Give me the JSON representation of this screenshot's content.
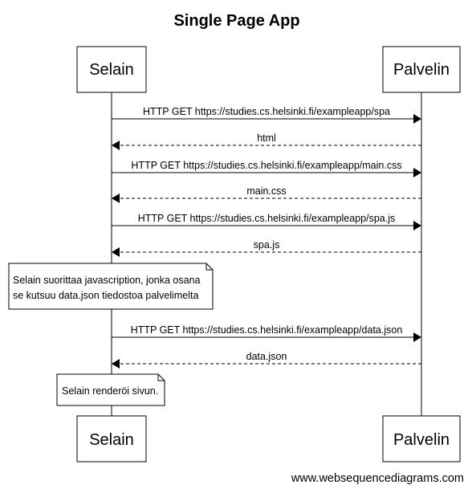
{
  "title": "Single Page App",
  "participants": {
    "left": "Selain",
    "right": "Palvelin"
  },
  "messages": [
    {
      "label": "HTTP GET https://studies.cs.helsinki.fi/exampleapp/spa",
      "direction": "request"
    },
    {
      "label": "html",
      "direction": "response"
    },
    {
      "label": "HTTP GET https://studies.cs.helsinki.fi/exampleapp/main.css",
      "direction": "request"
    },
    {
      "label": "main.css",
      "direction": "response"
    },
    {
      "label": "HTTP GET https://studies.cs.helsinki.fi/exampleapp/spa.js",
      "direction": "request"
    },
    {
      "label": "spa.js",
      "direction": "response"
    },
    {
      "label": "HTTP GET https://studies.cs.helsinki.fi/exampleapp/data.json",
      "direction": "request"
    },
    {
      "label": "data.json",
      "direction": "response"
    }
  ],
  "notes": [
    {
      "lines": [
        "Selain suorittaa javascription, jonka osana",
        "se kutsuu data.json tiedostoa palvelimelta"
      ]
    },
    {
      "lines": [
        "Selain renderöi sivun."
      ]
    }
  ],
  "footer": "www.websequencediagrams.com"
}
